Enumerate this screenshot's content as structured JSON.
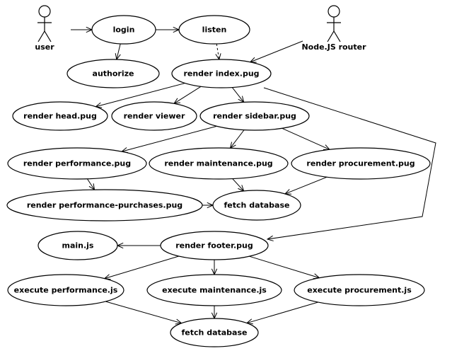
{
  "actors": [
    {
      "id": "user",
      "label": "user",
      "icon": "stick-figure-icon"
    },
    {
      "id": "router",
      "label": "Node.JS router",
      "icon": "stick-figure-icon"
    }
  ],
  "nodes": [
    {
      "id": "login",
      "label": "login"
    },
    {
      "id": "listen",
      "label": "listen"
    },
    {
      "id": "authorize",
      "label": "authorize"
    },
    {
      "id": "index",
      "label": "render index.pug"
    },
    {
      "id": "head",
      "label": "render head.pug"
    },
    {
      "id": "viewer",
      "label": "render viewer"
    },
    {
      "id": "sidebar",
      "label": "render sidebar.pug"
    },
    {
      "id": "performance",
      "label": "render performance.pug"
    },
    {
      "id": "maintenance",
      "label": "render maintenance.pug"
    },
    {
      "id": "procurement",
      "label": "render procurement.pug"
    },
    {
      "id": "perf_purchases",
      "label": "render performance-purchases.pug"
    },
    {
      "id": "fetch1",
      "label": "fetch database"
    },
    {
      "id": "mainjs",
      "label": "main.js"
    },
    {
      "id": "footer",
      "label": "render footer.pug"
    },
    {
      "id": "exec_perf",
      "label": "execute performance.js"
    },
    {
      "id": "exec_maint",
      "label": "execute maintenance.js"
    },
    {
      "id": "exec_proc",
      "label": "execute procurement.js"
    },
    {
      "id": "fetch2",
      "label": "fetch database"
    }
  ],
  "edges": [
    {
      "from": "user",
      "to": "login"
    },
    {
      "from": "login",
      "to": "listen"
    },
    {
      "from": "login",
      "to": "authorize"
    },
    {
      "from": "listen",
      "to": "index",
      "style": "dashed"
    },
    {
      "from": "router",
      "to": "index"
    },
    {
      "from": "index",
      "to": "head"
    },
    {
      "from": "index",
      "to": "viewer"
    },
    {
      "from": "index",
      "to": "sidebar"
    },
    {
      "from": "index",
      "to": "footer",
      "route": "right-detour"
    },
    {
      "from": "sidebar",
      "to": "performance"
    },
    {
      "from": "sidebar",
      "to": "maintenance"
    },
    {
      "from": "sidebar",
      "to": "procurement"
    },
    {
      "from": "performance",
      "to": "perf_purchases"
    },
    {
      "from": "perf_purchases",
      "to": "fetch1"
    },
    {
      "from": "maintenance",
      "to": "fetch1"
    },
    {
      "from": "procurement",
      "to": "fetch1"
    },
    {
      "from": "footer",
      "to": "mainjs"
    },
    {
      "from": "footer",
      "to": "exec_perf"
    },
    {
      "from": "footer",
      "to": "exec_maint"
    },
    {
      "from": "footer",
      "to": "exec_proc"
    },
    {
      "from": "exec_perf",
      "to": "fetch2"
    },
    {
      "from": "exec_maint",
      "to": "fetch2"
    },
    {
      "from": "exec_proc",
      "to": "fetch2"
    }
  ]
}
